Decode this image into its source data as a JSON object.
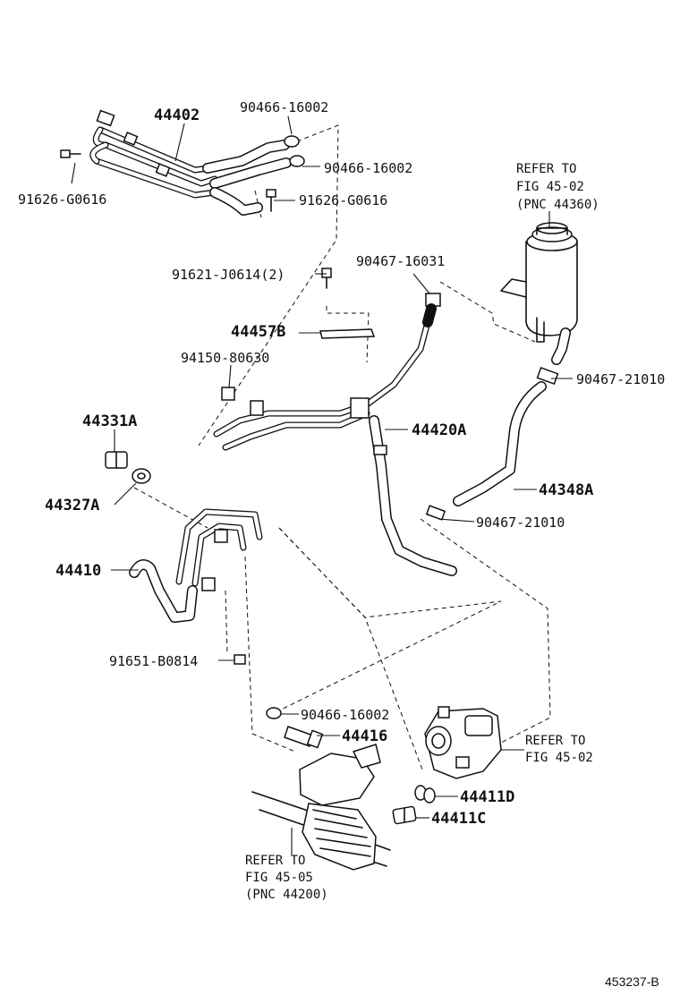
{
  "labels": {
    "p44402": "44402",
    "p90466_a": "90466-16002",
    "p90466_b": "90466-16002",
    "p91626_a": "91626-G0616",
    "p91626_b": "91626-G0616",
    "p91621": "91621-J0614(2)",
    "p90467_16031": "90467-16031",
    "p44457B": "44457B",
    "p94150": "94150-80630",
    "p90467_21010_a": "90467-21010",
    "p44331A": "44331A",
    "p44420A": "44420A",
    "p44327A": "44327A",
    "p44348A": "44348A",
    "p90467_21010_b": "90467-21010",
    "p44410": "44410",
    "p91651": "91651-B0814",
    "p90466_c": "90466-16002",
    "p44416": "44416",
    "p44411D": "44411D",
    "p44411C": "44411C"
  },
  "refs": {
    "reservoir": {
      "l1": "REFER TO",
      "l2": "FIG 45-02",
      "l3": "(PNC 44360)"
    },
    "pump": {
      "l1": "REFER TO",
      "l2": "FIG 45-02"
    },
    "gear": {
      "l1": "REFER TO",
      "l2": "FIG 45-05",
      "l3": "(PNC 44200)"
    }
  },
  "figure_id": "453237-B"
}
